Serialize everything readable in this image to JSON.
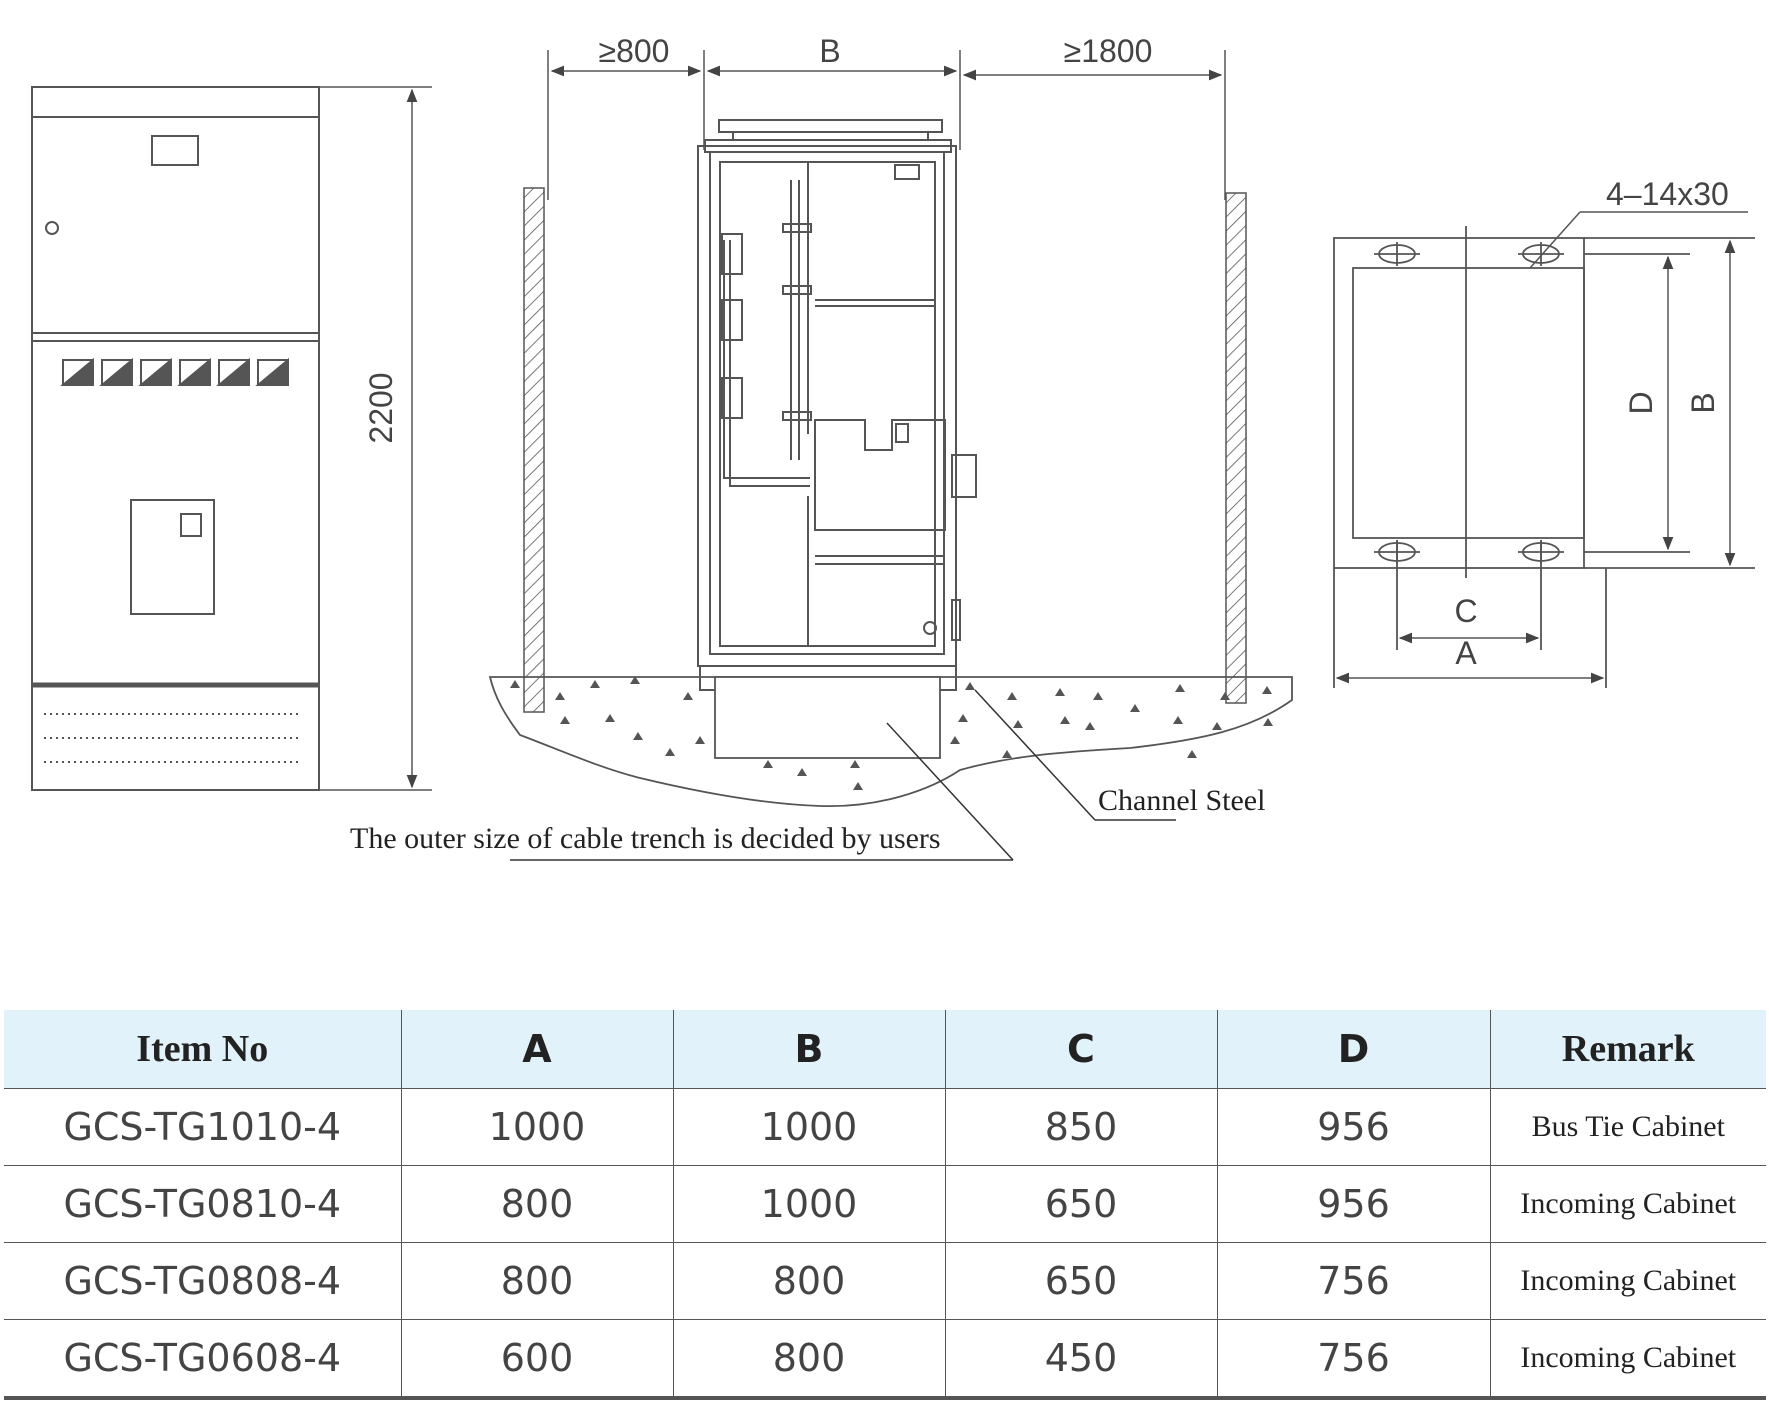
{
  "dimensions": {
    "height_2200": "2200",
    "clearance_front": "≥800",
    "depth_b": "B",
    "clearance_rear": "≥1800",
    "slot_spec": "4–14x30",
    "plan_d": "D",
    "plan_b": "B",
    "plan_c": "C",
    "plan_a": "A"
  },
  "annotations": {
    "channel_steel": "Channel Steel",
    "cable_trench": "The outer size of cable trench is decided by users"
  },
  "table": {
    "headers": [
      "Item No",
      "A",
      "B",
      "C",
      "D",
      "Remark"
    ],
    "rows": [
      [
        "GCS-TG1010-4",
        "1000",
        "1000",
        "850",
        "956",
        "Bus Tie Cabinet"
      ],
      [
        "GCS-TG0810-4",
        "800",
        "1000",
        "650",
        "956",
        "Incoming Cabinet"
      ],
      [
        "GCS-TG0808-4",
        "800",
        "800",
        "650",
        "756",
        "Incoming Cabinet"
      ],
      [
        "GCS-TG0608-4",
        "600",
        "800",
        "450",
        "756",
        "Incoming Cabinet"
      ]
    ]
  }
}
